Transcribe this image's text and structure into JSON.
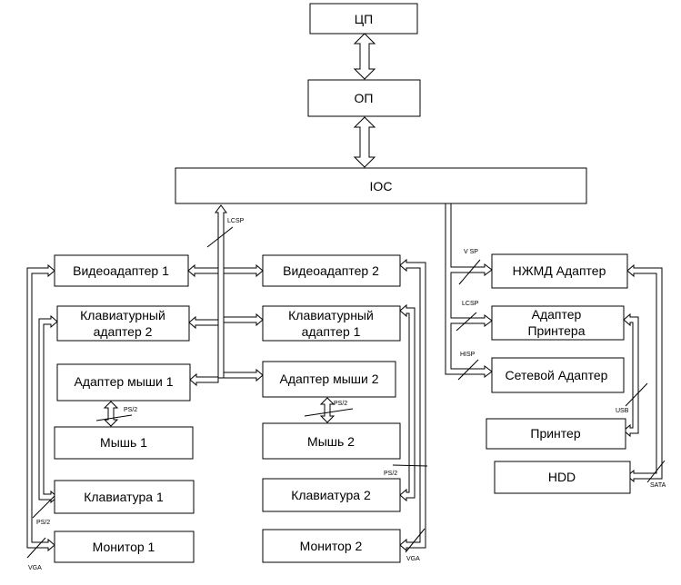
{
  "blocks": {
    "cpu": "ЦП",
    "ram": "ОП",
    "ioc": "IOC",
    "video1": "Видеоадаптер 1",
    "video2": "Видеоадаптер 2",
    "kbd_adapter2_line1": "Клавиатурный",
    "kbd_adapter2_line2": "адаптер 2",
    "kbd_adapter1_line1": "Клавиатурный",
    "kbd_adapter1_line2": "адаптер 1",
    "mouse_adapter1": "Адаптер мыши 1",
    "mouse_adapter2": "Адаптер мыши 2",
    "mouse1": "Мышь 1",
    "mouse2": "Мышь 2",
    "keyboard1": "Клавиатура 1",
    "keyboard2": "Клавиатура 2",
    "monitor1": "Монитор 1",
    "monitor2": "Монитор 2",
    "fdd_adapter": "НЖМД Адаптер",
    "printer_adapter_line1": "Адаптер",
    "printer_adapter_line2": "Принтера",
    "network_adapter": "Сетевой Адаптер",
    "printer": "Принтер",
    "hdd": "HDD"
  },
  "labels": {
    "lcsp_bus": "LCSP",
    "vesp": "V   SP",
    "lcsp_printer": "LCSP",
    "hisp": "HISP",
    "ps2_mouse1": "PS/2",
    "ps2_mouse2": "PS/2",
    "ps2_kbd2": "PS/2",
    "ps2_kbd1": "PS/2",
    "vga1": "VGA",
    "vga2": "VGA",
    "usb": "USB",
    "sata": "SATA"
  }
}
